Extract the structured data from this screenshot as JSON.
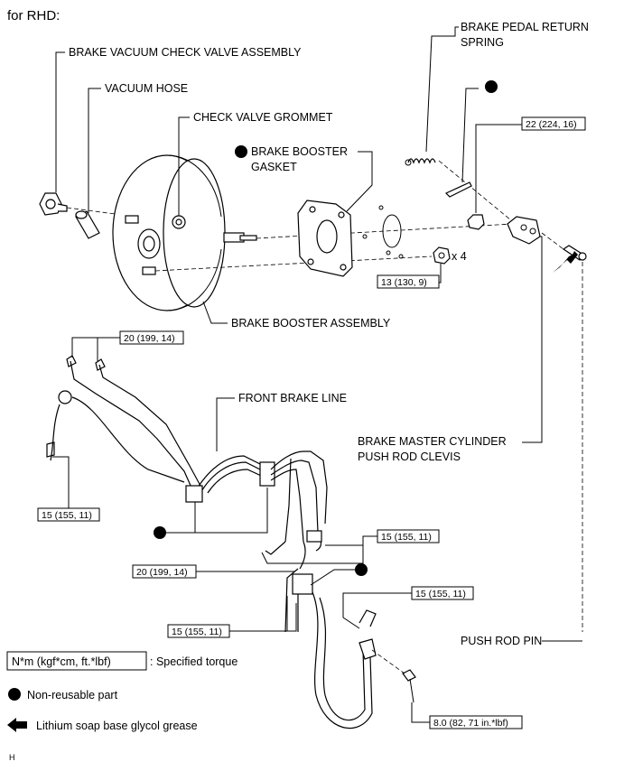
{
  "header": "for RHD:",
  "labels": {
    "check_valve_assembly": "BRAKE VACUUM CHECK VALVE ASSEMBLY",
    "vacuum_hose": "VACUUM HOSE",
    "check_valve_grommet": "CHECK VALVE GROMMET",
    "booster_gasket_line1": "BRAKE BOOSTER",
    "booster_gasket_line2": "GASKET",
    "pedal_return_spring_line1": "BRAKE PEDAL RETURN",
    "pedal_return_spring_line2": "SPRING",
    "booster_assembly": "BRAKE BOOSTER ASSEMBLY",
    "front_brake_line": "FRONT BRAKE LINE",
    "push_rod_clevis_line1": "BRAKE MASTER CYLINDER",
    "push_rod_clevis_line2": "PUSH ROD CLEVIS",
    "push_rod_pin": "PUSH ROD PIN",
    "quantity": "x 4"
  },
  "torques": {
    "clevis_nut": "22 (224, 16)",
    "booster_nut": "13 (130, 9)",
    "upper_union": "20 (199, 14)",
    "left_line": "15 (155, 11)",
    "right_union": "15 (155, 11)",
    "lower_union": "20 (199, 14)",
    "right_lower_union": "15 (155, 11)",
    "bottom_union": "15 (155, 11)",
    "bracket_bolt": "8.0 (82, 71 in.*lbf)"
  },
  "legend": {
    "torque_box": "N*m (kgf*cm, ft.*lbf)",
    "torque_text": ": Specified torque",
    "nonreusable": "Non-reusable part",
    "grease": "Lithium soap base glycol grease"
  },
  "footer_code": "H"
}
